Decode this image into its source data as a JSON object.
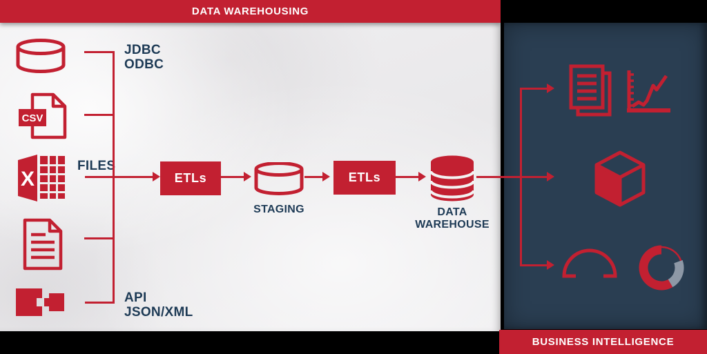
{
  "colors": {
    "red": "#c22031",
    "panel": "#2a3e52",
    "navy": "#1d3a55",
    "gray": "#8d98a6"
  },
  "banners": {
    "top": "DATA WAREHOUSING",
    "bottom": "BUSINESS INTELLIGENCE"
  },
  "sources": {
    "jdbc": "JDBC",
    "odbc": "ODBC",
    "files": "FILES",
    "api": "API",
    "json_xml": "JSON/XML",
    "csv_badge": "CSV",
    "excel_letter": "X"
  },
  "pipeline": {
    "etl1": "ETLs",
    "staging": "STAGING",
    "etl2": "ETLs",
    "warehouse_line1": "DATA",
    "warehouse_line2": "WAREHOUSE"
  },
  "icons": {
    "sources": [
      "database-icon",
      "csv-file-icon",
      "excel-file-icon",
      "text-document-icon",
      "api-integration-icon"
    ],
    "pipeline": [
      "staging-cylinder-icon",
      "data-warehouse-icon"
    ],
    "bi": [
      "report-documents-icon",
      "line-chart-icon",
      "olap-cube-icon",
      "gauge-icon",
      "donut-chart-icon"
    ]
  }
}
